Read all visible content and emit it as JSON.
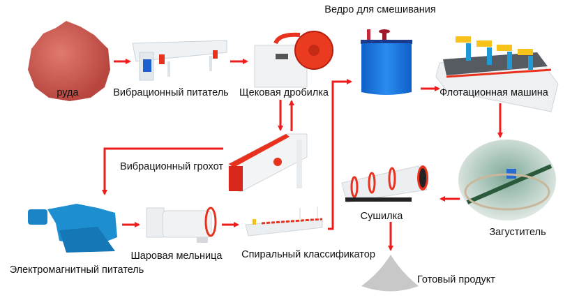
{
  "colors": {
    "arrow": "#ee1c1c",
    "machine_red": "#e8321e",
    "machine_blue": "#1d8fd0",
    "tank_blue": "#1a6fd8",
    "ore": "#c9564f",
    "product": "#c8c8c8"
  },
  "labels": {
    "ore": "руда",
    "vibrating_feeder": "Вибрационный питатель",
    "jaw_crusher": "Щековая дробилка",
    "mixing_tank": "Ведро для смешивания",
    "flotation_machine": "Флотационная машина",
    "vibrating_screen": "Вибрационный грохот",
    "thickener": "Загуститель",
    "dryer": "Сушилка",
    "electromagnetic_feeder": "Электромагнитный питатель",
    "ball_mill": "Шаровая мельница",
    "spiral_classifier": "Спиральный классификатор",
    "finished_product": "Готовый продукт"
  }
}
